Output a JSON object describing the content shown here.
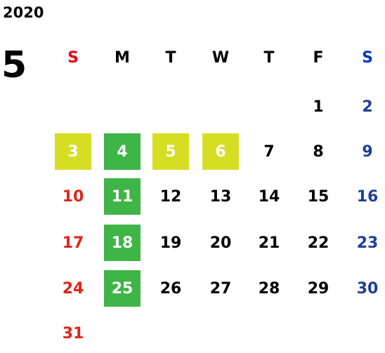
{
  "calendar": {
    "year": "2020",
    "month": "5",
    "weekday_headers": [
      {
        "label": "S",
        "color": "#e60012"
      },
      {
        "label": "M",
        "color": "#000000"
      },
      {
        "label": "T",
        "color": "#000000"
      },
      {
        "label": "W",
        "color": "#000000"
      },
      {
        "label": "T",
        "color": "#000000"
      },
      {
        "label": "F",
        "color": "#000000"
      },
      {
        "label": "S",
        "color": "#0033cc"
      }
    ],
    "colors": {
      "sunday": "#e2231a",
      "saturday": "#1f3f95",
      "weekday": "#000000",
      "highlight_yellow": "#d6de23",
      "highlight_green": "#3fb548",
      "highlight_text": "#ffffff"
    },
    "weeks": [
      [
        "",
        "",
        "",
        "",
        "",
        "1",
        "2"
      ],
      [
        "3",
        "4",
        "5",
        "6",
        "7",
        "8",
        "9"
      ],
      [
        "10",
        "11",
        "12",
        "13",
        "14",
        "15",
        "16"
      ],
      [
        "17",
        "18",
        "19",
        "20",
        "21",
        "22",
        "23"
      ],
      [
        "24",
        "25",
        "26",
        "27",
        "28",
        "29",
        "30"
      ],
      [
        "31",
        "",
        "",
        "",
        "",
        "",
        ""
      ]
    ],
    "highlights": {
      "3": "yellow",
      "5": "yellow",
      "6": "yellow",
      "4": "green",
      "11": "green",
      "18": "green",
      "25": "green"
    }
  }
}
